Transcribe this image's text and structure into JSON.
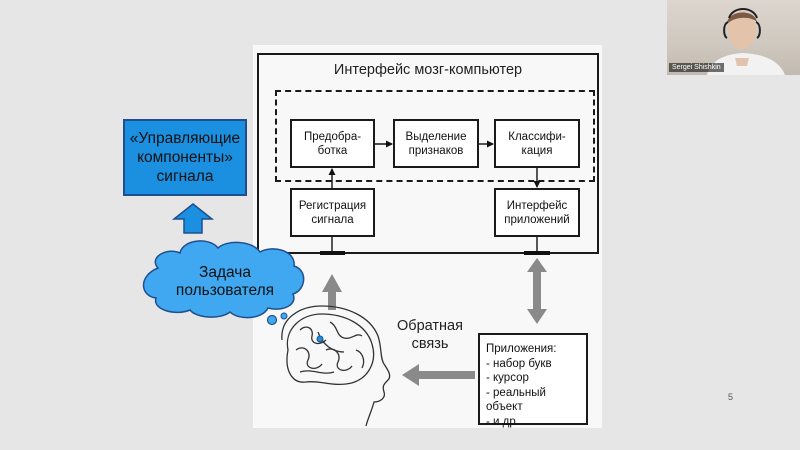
{
  "slide": {
    "bci_title": "Интерфейс мозг-компьютер",
    "boxes": {
      "preprocessing": "Предобра-\nботка",
      "feature_extraction": "Выделение\nпризнаков",
      "classification": "Классифи-\nкация",
      "signal_registration": "Регистрация\nсигнала",
      "app_interface": "Интерфейс\nприложений"
    },
    "control_components": "«Управляющие\nкомпоненты»\nсигнала",
    "user_task": "Задача\nпользователя",
    "feedback": "Обратная\nсвязь",
    "applications": {
      "title": "Приложения:",
      "items": [
        "- набор букв",
        "- курсор",
        "- реальный объект",
        "- и др."
      ]
    },
    "page_number": "5",
    "colors": {
      "blue_fill": "#1b8fe0",
      "cloud_fill": "#3fa8f0",
      "arrow_gray": "#8a8a8a"
    }
  },
  "video": {
    "participant_name": "Sergei Shishkin"
  }
}
